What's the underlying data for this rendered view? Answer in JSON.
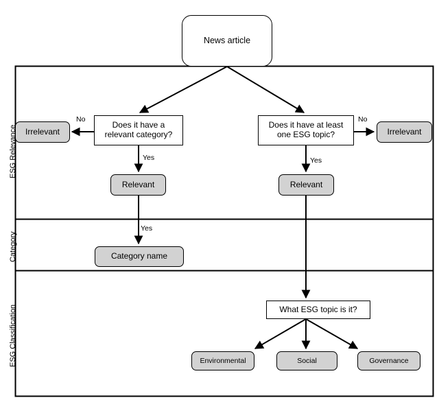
{
  "figure": {
    "type": "flowchart",
    "title_fragment": "",
    "background_color": "#ffffff",
    "line_color": "#000000",
    "shaded_node_color": "#d2d2d2",
    "plain_node_color": "#ffffff"
  },
  "bands": [
    {
      "id": "esg-relevance",
      "label": "ESG Relevance"
    },
    {
      "id": "category",
      "label": "Category"
    },
    {
      "id": "esg-classification",
      "label": "ESG Classification"
    }
  ],
  "nodes": {
    "news_article": {
      "label": "News article",
      "shape": "rounded-rect",
      "fill": "white"
    },
    "q_relevant_category": {
      "label": "Does it have a\nrelevant category?",
      "line1": "Does it have a",
      "line2": "relevant category?",
      "shape": "rect",
      "fill": "white"
    },
    "q_esg_topic": {
      "label": "Does it have at least\none ESG topic?",
      "line1": "Does it have at least",
      "line2": "one ESG topic?",
      "shape": "rect",
      "fill": "white"
    },
    "irrelevant_left": {
      "label": "Irrelevant",
      "shape": "rounded-rect",
      "fill": "shaded"
    },
    "irrelevant_right": {
      "label": "Irrelevant",
      "shape": "rounded-rect",
      "fill": "shaded"
    },
    "relevant_left": {
      "label": "Relevant",
      "shape": "rounded-rect",
      "fill": "shaded"
    },
    "relevant_right": {
      "label": "Relevant",
      "shape": "rounded-rect",
      "fill": "shaded"
    },
    "category_name": {
      "label": "Category name",
      "shape": "rounded-rect",
      "fill": "shaded"
    },
    "q_what_esg_topic": {
      "label": "What ESG topic is it?",
      "shape": "rect",
      "fill": "white"
    },
    "environmental": {
      "label": "Environmental",
      "shape": "rounded-rect",
      "fill": "shaded"
    },
    "social": {
      "label": "Social",
      "shape": "rounded-rect",
      "fill": "shaded"
    },
    "governance": {
      "label": "Governance",
      "shape": "rounded-rect",
      "fill": "shaded"
    }
  },
  "edge_labels": {
    "no_left": "No",
    "no_right": "No",
    "yes_left": "Yes",
    "yes_right": "Yes",
    "yes_category": "Yes"
  },
  "edges": [
    {
      "from": "news_article",
      "to": "q_relevant_category",
      "label": ""
    },
    {
      "from": "news_article",
      "to": "q_esg_topic",
      "label": ""
    },
    {
      "from": "q_relevant_category",
      "to": "irrelevant_left",
      "label": "No"
    },
    {
      "from": "q_relevant_category",
      "to": "relevant_left",
      "label": "Yes"
    },
    {
      "from": "q_esg_topic",
      "to": "irrelevant_right",
      "label": "No"
    },
    {
      "from": "q_esg_topic",
      "to": "relevant_right",
      "label": "Yes"
    },
    {
      "from": "relevant_left",
      "to": "category_name",
      "label": "Yes"
    },
    {
      "from": "relevant_right",
      "to": "q_what_esg_topic",
      "label": ""
    },
    {
      "from": "q_what_esg_topic",
      "to": "environmental",
      "label": ""
    },
    {
      "from": "q_what_esg_topic",
      "to": "social",
      "label": ""
    },
    {
      "from": "q_what_esg_topic",
      "to": "governance",
      "label": ""
    }
  ]
}
